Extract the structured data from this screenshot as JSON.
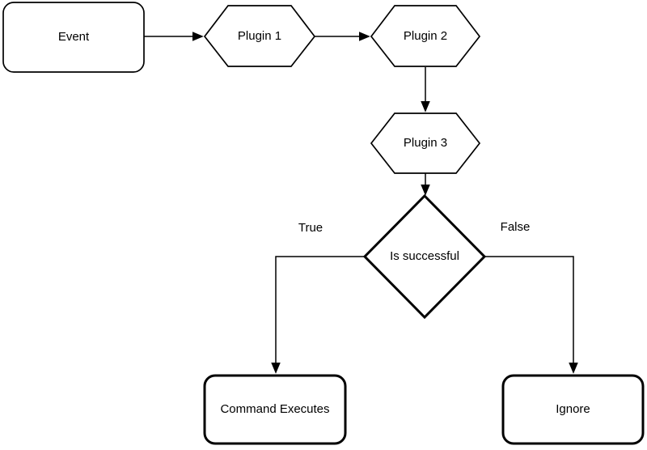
{
  "colors": {
    "background": "#ffffff",
    "stroke": "#000000",
    "text": "#000000"
  },
  "nodes": {
    "event": {
      "label": "Event",
      "shape": "rounded-rectangle"
    },
    "plugin1": {
      "label": "Plugin 1",
      "shape": "hexagon"
    },
    "plugin2": {
      "label": "Plugin 2",
      "shape": "hexagon"
    },
    "plugin3": {
      "label": "Plugin 3",
      "shape": "hexagon"
    },
    "decision": {
      "label": "Is successful",
      "shape": "diamond"
    },
    "command_executes": {
      "label": "Command Executes",
      "shape": "rounded-rectangle"
    },
    "ignore": {
      "label": "Ignore",
      "shape": "rounded-rectangle"
    }
  },
  "edge_labels": {
    "true_branch": "True",
    "false_branch": "False"
  },
  "edges": [
    {
      "from": "event",
      "to": "plugin1",
      "label": ""
    },
    {
      "from": "plugin1",
      "to": "plugin2",
      "label": ""
    },
    {
      "from": "plugin2",
      "to": "plugin3",
      "label": ""
    },
    {
      "from": "plugin3",
      "to": "decision",
      "label": ""
    },
    {
      "from": "decision",
      "to": "command_executes",
      "label": "True"
    },
    {
      "from": "decision",
      "to": "ignore",
      "label": "False"
    }
  ]
}
